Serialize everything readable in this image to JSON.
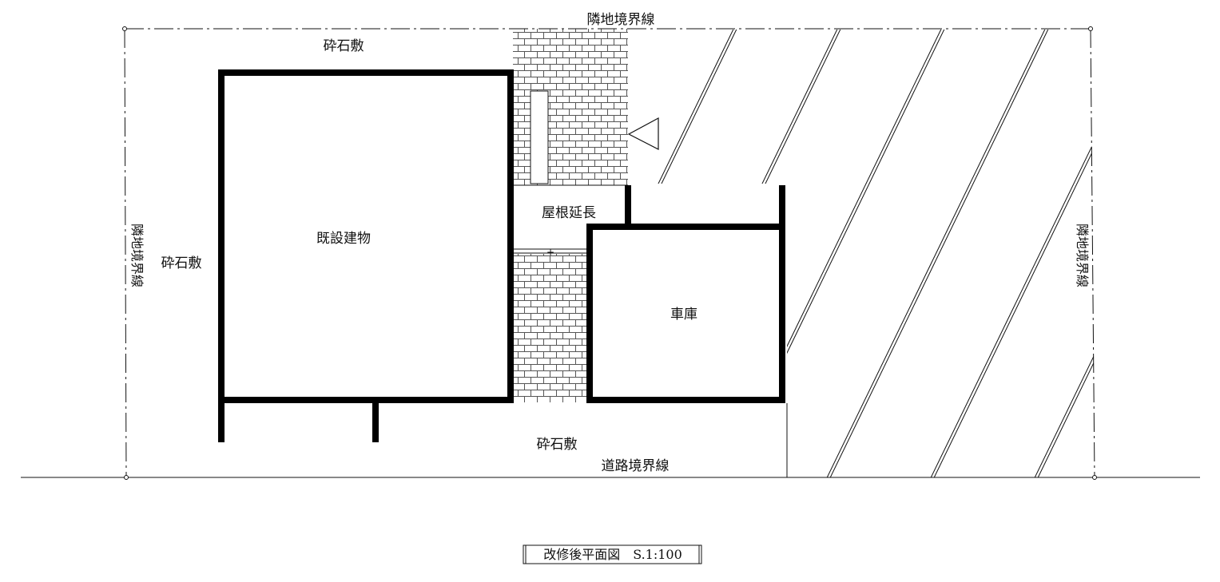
{
  "drawing": {
    "title": "改修後平面図　S.1:100",
    "labels": {
      "boundary_top": "隣地境界線",
      "boundary_left": "隣地境界線",
      "boundary_right": "隣地境界線",
      "boundary_road": "道路境界線",
      "gravel_top": "砕石敷",
      "gravel_left": "砕石敷",
      "gravel_bottom": "砕石敷",
      "existing_building": "既設建物",
      "roof_extension": "屋根延長",
      "garage": "車庫",
      "step_mark": "+"
    },
    "icons": {
      "entrance_marker": "triangle-entrance-icon"
    }
  }
}
